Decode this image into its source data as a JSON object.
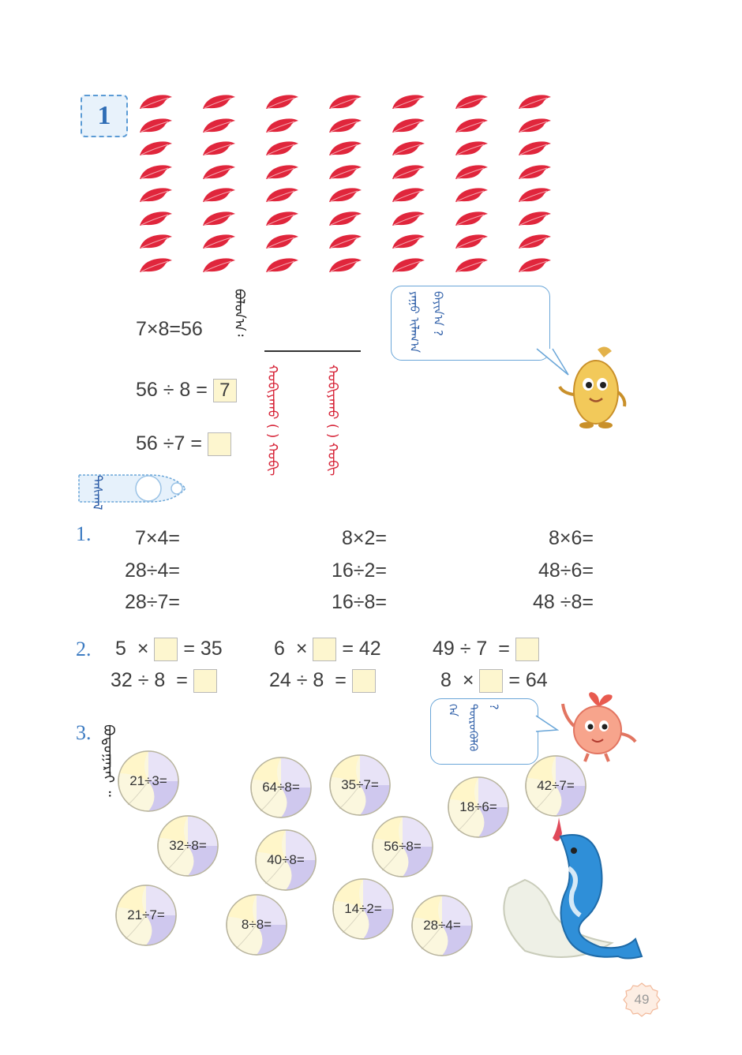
{
  "example": {
    "number": "1"
  },
  "leaves": {
    "rows": 8,
    "cols": 7,
    "color": "#e0263c"
  },
  "equations": {
    "mult": "7×8=56",
    "div1": "56 ÷ 8 =",
    "div1_answer": "7",
    "div2": "56 ÷7 ="
  },
  "mongolian": {
    "mult_note": "ᠪᠣᠯᠣᠨ᠎ᠠ᠄",
    "div1_note": "ᠬᠤᠪᠢᠶᠠᠬᠤ ( ) ᠬᠤᠪᠢ",
    "div2_note": "ᠬᠤᠪᠢᠶᠠᠬᠤ ( ) ᠬᠤᠪᠢ",
    "bubble1": "ᠶᠠᠭᠤ ᠢᠯᠠᠭ᠎ᠠ ᠪᠠᠶᠢᠨ᠎ᠠ ?",
    "practice_tag": "ᠳᠠᠰᠭᠠᠯ",
    "bubble2": "ᠬᠡᠨ ᠲᠦᠷᠦᠭᠦᠯᠬᠦ ?",
    "q3_note": "ᠪᠣᠳᠣᠭᠠᠷᠠᠢ ᠃"
  },
  "q1": {
    "label": "1.",
    "columns": [
      [
        "7×4=",
        "28÷4=",
        "28÷7="
      ],
      [
        "8×2=",
        "16÷2=",
        "16÷8="
      ],
      [
        "8×6=",
        "48÷6=",
        "48 ÷8="
      ]
    ]
  },
  "q2": {
    "label": "2.",
    "row1": [
      {
        "a": "5",
        "op": "×",
        "tail": "= 35"
      },
      {
        "a": "6",
        "op": "×",
        "tail": "= 42"
      },
      {
        "a": "49 ÷  7",
        "op": "=",
        "tail": ""
      }
    ],
    "row2": [
      {
        "a": "32 ÷  8",
        "op": "=",
        "tail": ""
      },
      {
        "a": "24 ÷  8",
        "op": "=",
        "tail": ""
      },
      {
        "a": "8",
        "op": "×",
        "tail": "= 64"
      }
    ]
  },
  "q3": {
    "label": "3.",
    "balls": [
      "21÷3=",
      "64÷8=",
      "35÷7=",
      "18÷6=",
      "42÷7=",
      "32÷8=",
      "40÷8=",
      "56÷8=",
      "21÷7=",
      "8÷8=",
      "14÷2=",
      "28÷4="
    ]
  },
  "page": {
    "number": "49"
  }
}
